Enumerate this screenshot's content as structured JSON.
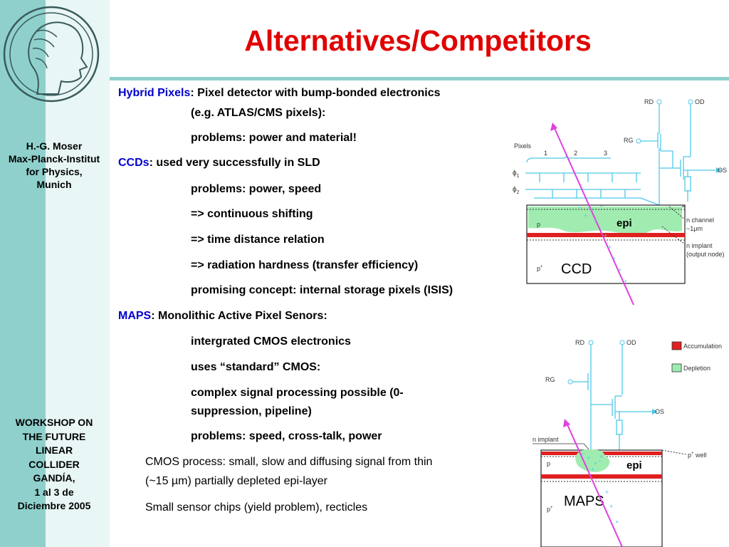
{
  "title": "Alternatives/Competitors",
  "sidebar": {
    "author": [
      "H.-G. Moser",
      "Max-Planck-Institut",
      "for Physics,",
      "Munich"
    ],
    "workshop": [
      "WORKSHOP ON",
      "THE FUTURE",
      "LINEAR",
      "COLLIDER",
      "GANDÍA,",
      "1 al 3 de",
      "Diciembre 2005"
    ]
  },
  "content": {
    "hybrid_label": "Hybrid Pixels",
    "hybrid_text": ": Pixel detector with bump-bonded electronics",
    "hybrid_sub1": "(e.g. ATLAS/CMS pixels):",
    "hybrid_sub2": "problems: power and material!",
    "ccd_label": "CCDs",
    "ccd_text": ": used very successfully in SLD",
    "ccd_sub1": "problems: power, speed",
    "ccd_sub2": "=> continuous shifting",
    "ccd_sub3": "=> time distance relation",
    "ccd_sub4": "=> radiation hardness (transfer efficiency)",
    "ccd_sub5": "promising concept: internal storage pixels (ISIS)",
    "maps_label": "MAPS",
    "maps_text": ": Monolithic Active Pixel Senors:",
    "maps_sub1": "intergrated CMOS electronics",
    "maps_sub2": "uses “standard” CMOS:",
    "maps_sub3a": "complex signal processing possible (0-",
    "maps_sub3b": "suppression, pipeline)",
    "maps_sub4": "problems: speed, cross-talk, power",
    "cmos_line1": "CMOS process: small, slow and diffusing signal from thin",
    "cmos_line2": "(~15 µm) partially depleted epi-layer",
    "small_line": "Small sensor chips (yield problem), recticles"
  },
  "ccd_diagram": {
    "rd": "RD",
    "od": "OD",
    "rg": "RG",
    "os": "OS",
    "pixels": "Pixels",
    "p1": "1",
    "p2": "2",
    "p3": "3",
    "phi1": "ϕ",
    "phi1_sub": "1",
    "phi2": "ϕ",
    "phi2_sub": "2",
    "p": "p",
    "pplus": "p",
    "pplus_sup": "+",
    "epi": "epi",
    "ccd": "CCD",
    "nchannel1": "n channel",
    "nchannel2": "~1μm",
    "nimplant1": "n implant",
    "nimplant2": "(output node)"
  },
  "maps_diagram": {
    "rd": "RD",
    "od": "OD",
    "rg": "RG",
    "os": "OS",
    "nimplant": "n implant",
    "pwell": "p",
    "pwell_sup": "+",
    "pwell_rest": " well",
    "p": "p",
    "pplus": "p",
    "pplus_sup": "+",
    "epi": "epi",
    "maps": "MAPS",
    "legend_accum": "Accumulation",
    "legend_depl": "Depletion"
  },
  "colors": {
    "title": "#e00000",
    "highlight": "#0000cc",
    "sidebar": "#8fd0cc",
    "sidebar_light": "#e8f6f5",
    "circuit": "#4fc8e8",
    "track": "#e040e0",
    "accumulation": "#e02020",
    "depletion": "#a0ecb0"
  }
}
